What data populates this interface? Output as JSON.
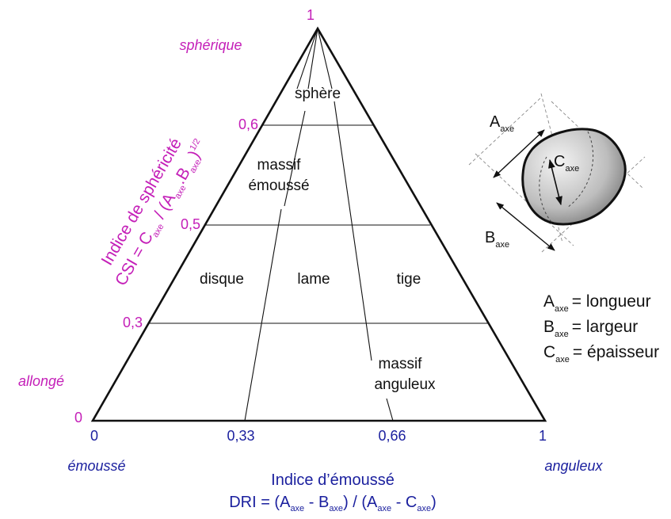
{
  "colors": {
    "sphericity": "#c41fb8",
    "roundness": "#1a1f9e",
    "lines": "#111111"
  },
  "y_axis": {
    "title_line1": "Indice de sphéricité",
    "title_line2": {
      "a": "CSI = C",
      "a_sub": "axe",
      "b": " / (A",
      "b_sub": "axe",
      "c": ".B",
      "c_sub": "axe",
      "d": ")",
      "d_sup": "1/2"
    },
    "ticks": [
      "1",
      "0,6",
      "0,5",
      "0,3",
      "0"
    ],
    "top_label": "sphérique",
    "bottom_label": "allongé"
  },
  "x_axis": {
    "title_line1": "Indice d’émoussé",
    "title_line2": {
      "a": "DRI = (A",
      "a_sub": "axe",
      "b": " - B",
      "b_sub": "axe",
      "c": ") / (A",
      "c_sub": "axe",
      "d": " - C",
      "d_sub": "axe",
      "e": ")"
    },
    "ticks": [
      "0",
      "0,33",
      "0,66",
      "1"
    ],
    "left_label": "émoussé",
    "right_label": "anguleux"
  },
  "regions": {
    "sphere": "sphère",
    "massif_emousse_1": "massif",
    "massif_emousse_2": "émoussé",
    "disque": "disque",
    "lame": "lame",
    "tige": "tige",
    "massif_anguleux_1": "massif",
    "massif_anguleux_2": "anguleux"
  },
  "grain": {
    "a_label": "A",
    "a_sub": "axe",
    "b_label": "B",
    "b_sub": "axe",
    "c_label": "C",
    "c_sub": "axe"
  },
  "legend": [
    {
      "sym": "A",
      "sub": "axe",
      "text": "= longueur"
    },
    {
      "sym": "B",
      "sub": "axe",
      "text": "= largeur"
    },
    {
      "sym": "C",
      "sub": "axe",
      "text": "= épaisseur"
    }
  ]
}
